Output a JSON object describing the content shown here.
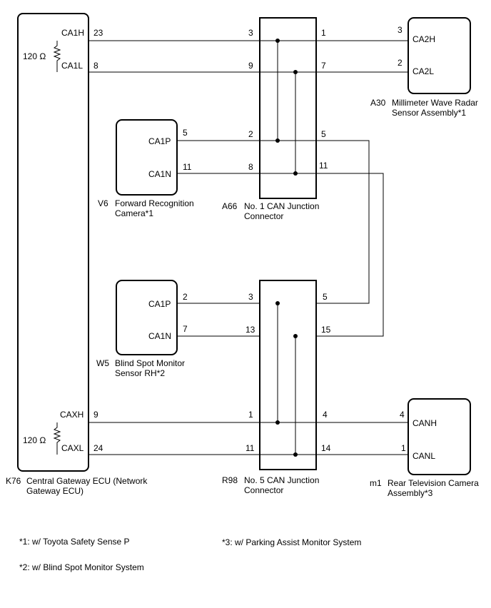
{
  "ecu": {
    "code": "K76",
    "name": "Central Gateway ECU (Network",
    "name2": "Gateway ECU)",
    "top_resistor": "120 Ω",
    "bottom_resistor": "120 Ω",
    "pins": {
      "ca1h": {
        "label": "CA1H",
        "num": "23"
      },
      "ca1l": {
        "label": "CA1L",
        "num": "8"
      },
      "caxh": {
        "label": "CAXH",
        "num": "9"
      },
      "caxl": {
        "label": "CAXL",
        "num": "24"
      }
    }
  },
  "radar": {
    "code": "A30",
    "name": "Millimeter Wave Radar",
    "name2": "Sensor Assembly*1",
    "pins": {
      "ca2h": {
        "label": "CA2H",
        "num": "3"
      },
      "ca2l": {
        "label": "CA2L",
        "num": "2"
      }
    }
  },
  "camera": {
    "code": "V6",
    "name": "Forward Recognition",
    "name2": "Camera*1",
    "pins": {
      "ca1p": {
        "label": "CA1P",
        "num": "5"
      },
      "ca1n": {
        "label": "CA1N",
        "num": "11"
      }
    }
  },
  "junction1": {
    "code": "A66",
    "name": "No. 1 CAN Junction",
    "name2": "Connector",
    "pins": {
      "l1": "3",
      "l2": "9",
      "l3": "2",
      "l4": "8",
      "r1": "1",
      "r2": "7",
      "r3": "5",
      "r4": "11"
    }
  },
  "blindspot": {
    "code": "W5",
    "name": "Blind Spot Monitor",
    "name2": "Sensor RH*2",
    "pins": {
      "ca1p": {
        "label": "CA1P",
        "num": "2"
      },
      "ca1n": {
        "label": "CA1N",
        "num": "7"
      }
    }
  },
  "junction5": {
    "code": "R98",
    "name": "No. 5 CAN Junction",
    "name2": "Connector",
    "pins": {
      "l1": "3",
      "l2": "13",
      "l3": "1",
      "l4": "11",
      "r1": "5",
      "r2": "15",
      "r3": "4",
      "r4": "14"
    }
  },
  "rearcam": {
    "code": "m1",
    "name": "Rear Television Camera",
    "name2": "Assembly*3",
    "pins": {
      "canh": {
        "label": "CANH",
        "num": "4"
      },
      "canl": {
        "label": "CANL",
        "num": "1"
      }
    }
  },
  "notes": {
    "note1": "*1: w/ Toyota Safety Sense P",
    "note2": "*2: w/ Blind Spot Monitor System",
    "note3": "*3: w/ Parking Assist Monitor System"
  }
}
